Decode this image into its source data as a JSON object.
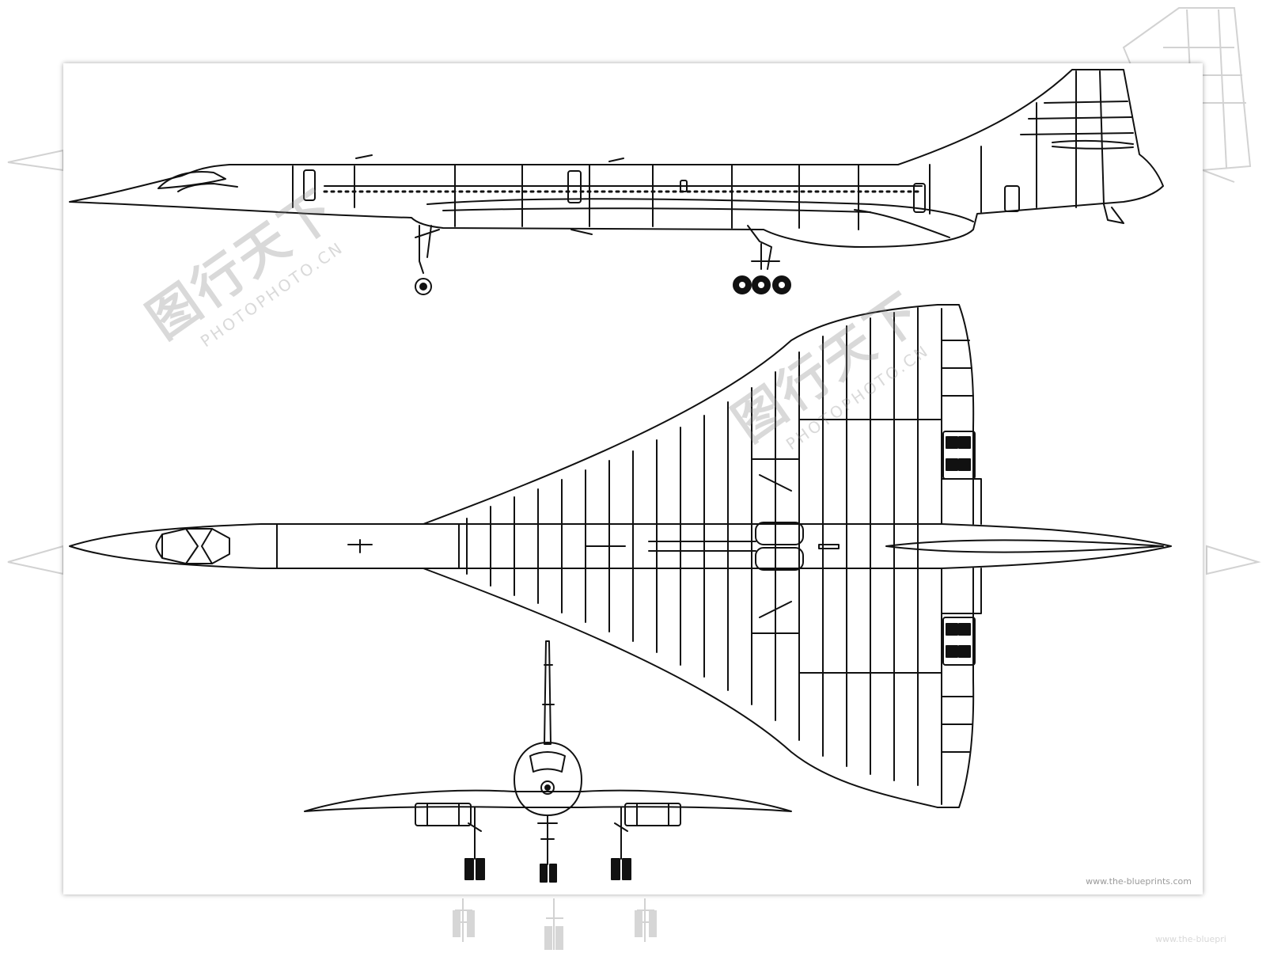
{
  "credit": "www.the-blueprints.com",
  "reflection_credit": "www.the-bluepri",
  "watermarks": [
    {
      "brand": "图行天下",
      "site": "PHOTOPHOTO.CN"
    },
    {
      "brand": "图行天下",
      "site": "PHOTOPHOTO.CN"
    }
  ],
  "colors": {
    "line": "#111111",
    "sheet": "#ffffff",
    "reflection": "#cfcfcf"
  }
}
